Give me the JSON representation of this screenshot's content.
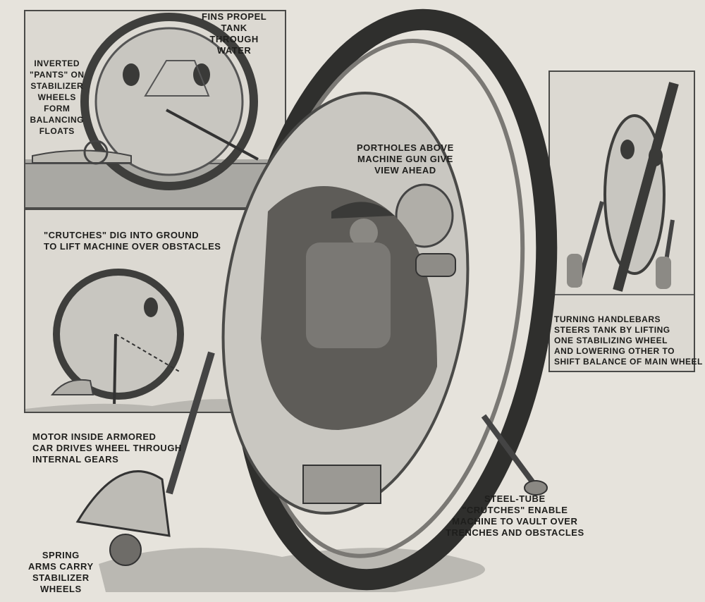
{
  "labels": {
    "fins": "FINS PROPEL\nTANK\nTHROUGH\nWATER",
    "pants": "INVERTED\n\"PANTS\" ON\nSTABILIZER\nWHEELS\nFORM\nBALANCING\nFLOATS",
    "crutches_dig": "\"CRUTCHES\" DIG INTO GROUND\nTO LIFT MACHINE OVER OBSTACLES",
    "portholes": "PORTHOLES ABOVE\nMACHINE GUN GIVE\nVIEW AHEAD",
    "turning": "TURNING HANDLEBARS\nSTEERS TANK BY LIFTING\nONE STABILIZING WHEEL\nAND LOWERING OTHER TO\nSHIFT BALANCE OF MAIN WHEEL",
    "motor": "MOTOR INSIDE ARMORED\nCAR DRIVES WHEEL THROUGH\nINTERNAL GEARS",
    "steel_tube": "STEEL-TUBE\n\"CRUTCHES\" ENABLE\nMACHINE TO VAULT OVER\nTRENCHES AND OBSTACLES",
    "spring": "SPRING\nARMS CARRY\nSTABILIZER\nWHEELS"
  }
}
